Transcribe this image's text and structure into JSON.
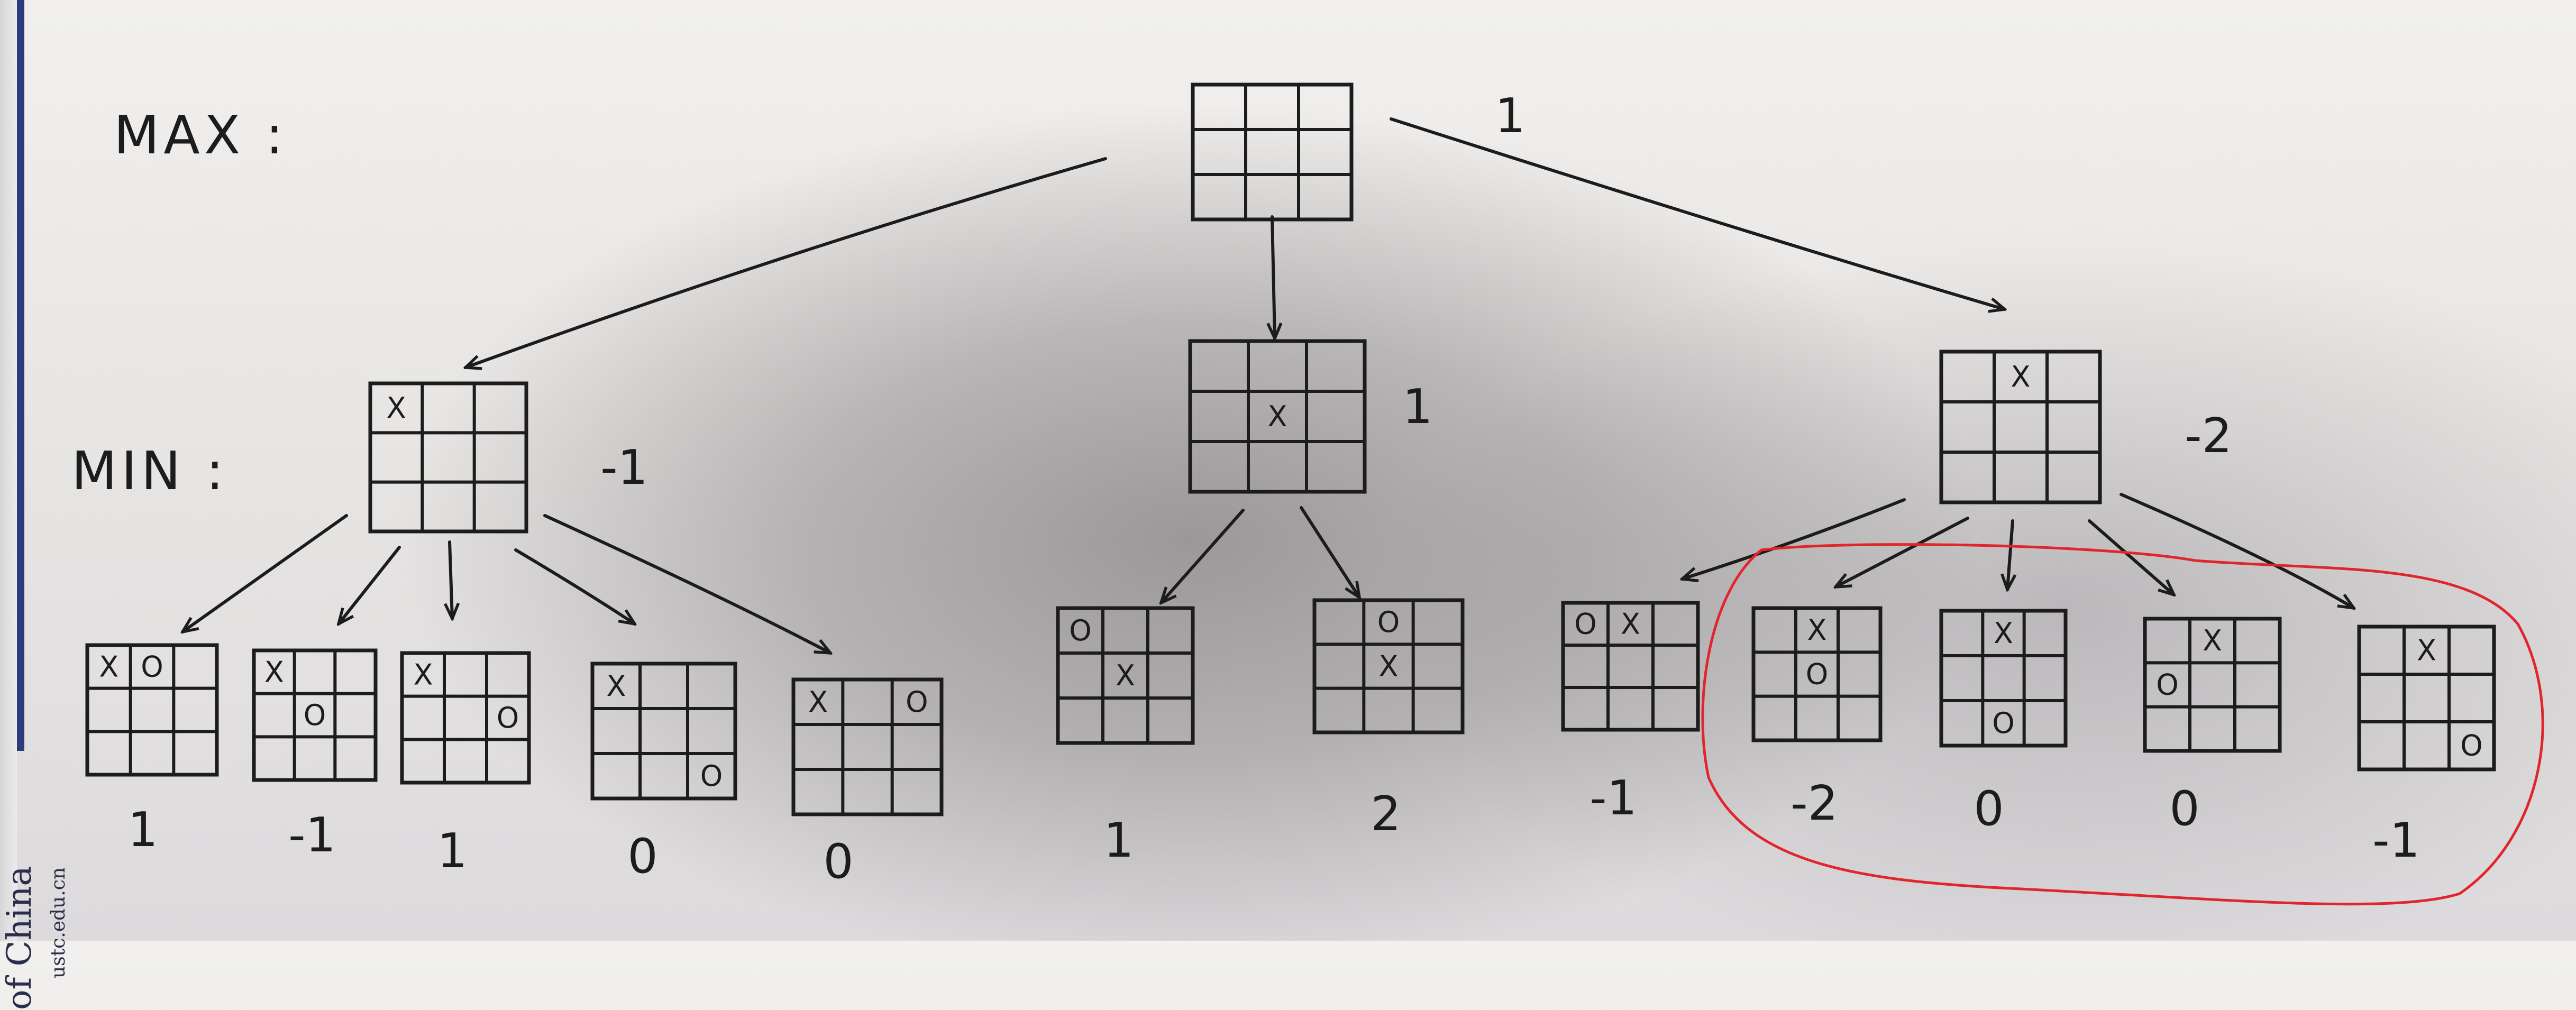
{
  "levels": {
    "max": "MAX :",
    "min": "MIN :"
  },
  "root": {
    "cells": [
      "",
      "",
      "",
      "",
      "",
      "",
      "",
      "",
      ""
    ]
  },
  "edge_label": "1",
  "min_nodes": [
    {
      "score": "-1",
      "cells": [
        "X",
        "",
        "",
        "",
        "",
        "",
        "",
        "",
        ""
      ]
    },
    {
      "score": "1",
      "cells": [
        "",
        "",
        "",
        "",
        "X",
        "",
        "",
        "",
        ""
      ]
    },
    {
      "score": "-2",
      "cells": [
        "",
        "X",
        "",
        "",
        "",
        "",
        "",
        "",
        ""
      ]
    }
  ],
  "leaves": [
    {
      "score": "1",
      "cells": [
        "X",
        "O",
        "",
        "",
        "",
        "",
        "",
        "",
        ""
      ]
    },
    {
      "score": "-1",
      "cells": [
        "X",
        "",
        "",
        "",
        "O",
        "",
        "",
        "",
        ""
      ]
    },
    {
      "score": "1",
      "cells": [
        "X",
        "",
        "",
        "",
        "",
        "O",
        "",
        "",
        ""
      ]
    },
    {
      "score": "0",
      "cells": [
        "X",
        "",
        "",
        "",
        "",
        "",
        "",
        "",
        "O"
      ]
    },
    {
      "score": "0",
      "cells": [
        "X",
        "",
        "O",
        "",
        "",
        "",
        "",
        "",
        ""
      ]
    },
    {
      "score": "1",
      "cells": [
        "O",
        "",
        "",
        "",
        "X",
        "",
        "",
        "",
        ""
      ]
    },
    {
      "score": "2",
      "cells": [
        "",
        "O",
        "",
        "",
        "X",
        "",
        "",
        "",
        ""
      ]
    },
    {
      "score": "-1",
      "cells": [
        "O",
        "X",
        "",
        "",
        "",
        "",
        "",
        "",
        ""
      ]
    },
    {
      "score": "-2",
      "cells": [
        "",
        "X",
        "",
        "",
        "O",
        "",
        "",
        "",
        ""
      ]
    },
    {
      "score": "0",
      "cells": [
        "",
        "X",
        "",
        "",
        "",
        "",
        "",
        "O",
        ""
      ]
    },
    {
      "score": "0",
      "cells": [
        "",
        "X",
        "",
        "O",
        "",
        "",
        "",
        "",
        ""
      ]
    },
    {
      "score": "-1",
      "cells": [
        "",
        "X",
        "",
        "",
        "",
        "",
        "",
        "",
        "O"
      ]
    }
  ],
  "footer": {
    "institution": "of China",
    "url": "ustc.edu.cn"
  },
  "colors": {
    "ink": "#1c1c1c",
    "highlight": "#e0262c",
    "spine": "#2e3b7d"
  }
}
